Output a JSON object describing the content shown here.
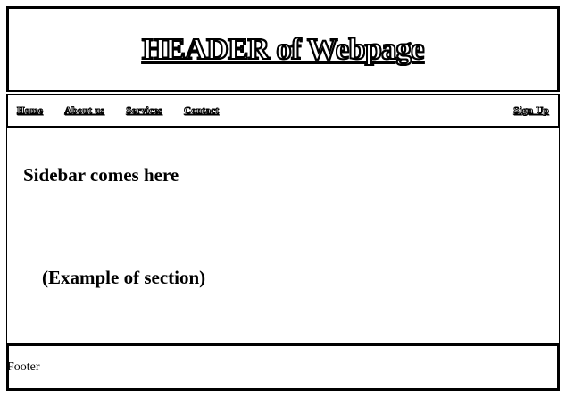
{
  "header": {
    "title": "HEADER of Webpage"
  },
  "nav": {
    "items": [
      "Home",
      "About us",
      "Services",
      "Contact"
    ],
    "right": "Sign Up"
  },
  "content": {
    "sidebar_text": "Sidebar comes here",
    "section_text": "(Example of section)"
  },
  "footer": {
    "text": "Footer"
  }
}
